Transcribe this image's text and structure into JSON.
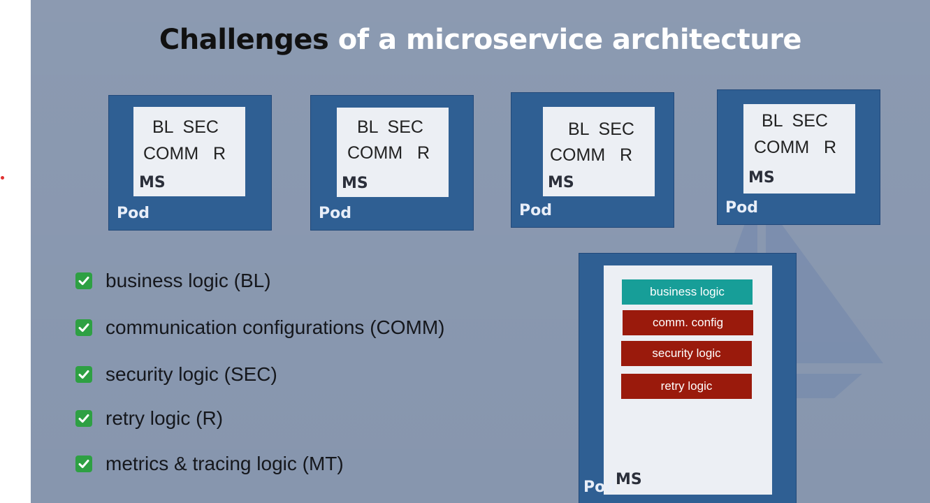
{
  "title": {
    "dark": "Challenges",
    "light": " of a microservice architecture"
  },
  "pods": [
    {
      "line1": "BL  SEC",
      "line2": "COMM   R",
      "ms": "MS",
      "pod": "Pod"
    },
    {
      "line1": "BL  SEC",
      "line2": "COMM   R",
      "ms": "MS",
      "pod": "Pod"
    },
    {
      "line1": "BL  SEC",
      "line2": "COMM   R",
      "ms": "MS",
      "pod": "Pod"
    },
    {
      "line1": "BL  SEC",
      "line2": "COMM   R",
      "ms": "MS",
      "pod": "Pod"
    }
  ],
  "checklist": [
    {
      "text": "business logic (BL)",
      "icon": "check-mark-icon"
    },
    {
      "text": "communication configurations (COMM)",
      "icon": "check-mark-icon"
    },
    {
      "text": "security logic (SEC)",
      "icon": "check-mark-icon"
    },
    {
      "text": "retry logic (R)",
      "icon": "check-mark-icon"
    },
    {
      "text": "metrics & tracing logic (MT)",
      "icon": "check-mark-icon"
    }
  ],
  "detail_pod": {
    "components": [
      {
        "label": "business logic",
        "color": "#179e98"
      },
      {
        "label": "comm. config",
        "color": "#9a1a0c"
      },
      {
        "label": "security logic",
        "color": "#9a1a0c"
      },
      {
        "label": "retry logic",
        "color": "#9a1a0c"
      }
    ],
    "ms": "MS",
    "pod": "Pod"
  },
  "colors": {
    "slide_bg": "#8796ae",
    "pod_blue": "#2f5f93",
    "ms_bg": "#eceff4",
    "check_green": "#2ea043"
  }
}
